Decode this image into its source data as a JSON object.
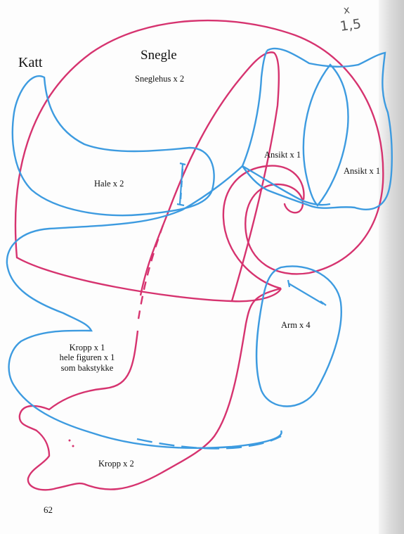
{
  "labels": {
    "katt": "Katt",
    "snegle": "Snegle",
    "sneglehus": "Sneglehus x 2",
    "hale": "Hale x 2",
    "ansikt_1": "Ansikt x 1",
    "ansikt_2": "Ansikt x 1",
    "arm": "Arm x 4",
    "kropp_katt_line1": "Kropp x 1",
    "kropp_katt_line2": "hele figuren x 1",
    "kropp_katt_line3": "som bakstykke",
    "kropp_snegle": "Kropp x 2",
    "page_number": "62"
  },
  "handwriting": {
    "x": "x",
    "scale": "1,5"
  },
  "colors": {
    "cat_outline": "#3d9be0",
    "snail_outline": "#d6336f",
    "text": "#111111"
  }
}
